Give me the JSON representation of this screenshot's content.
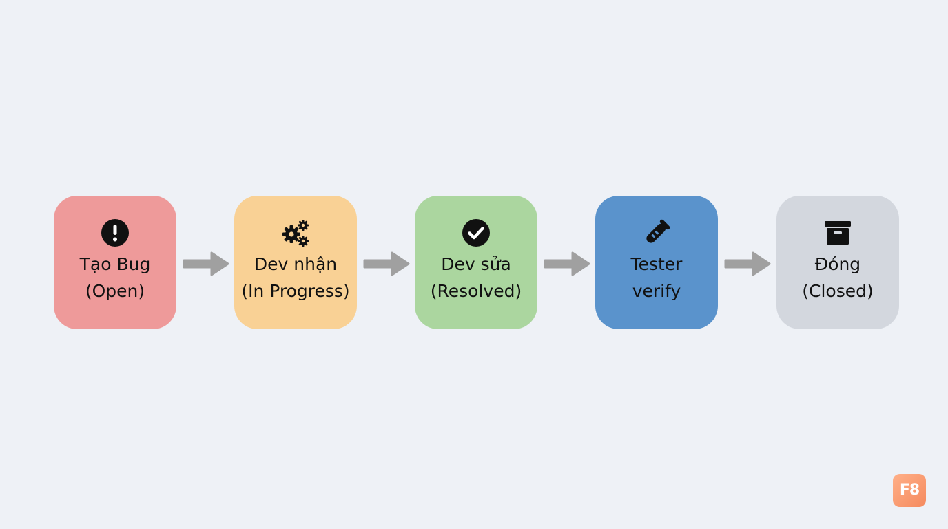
{
  "steps": [
    {
      "icon": "exclamation-circle-icon",
      "line1": "Tạo Bug",
      "line2": "(Open)",
      "color": "#ee9a9a"
    },
    {
      "icon": "gears-icon",
      "line1": "Dev nhận",
      "line2": "(In Progress)",
      "color": "#f9d195"
    },
    {
      "icon": "check-circle-icon",
      "line1": "Dev sửa",
      "line2": "(Resolved)",
      "color": "#abd69f"
    },
    {
      "icon": "test-tube-icon",
      "line1": "Tester",
      "line2": "verify",
      "color": "#5a93cc"
    },
    {
      "icon": "archive-box-icon",
      "line1": "Đóng",
      "line2": "(Closed)",
      "color": "#d3d7de"
    }
  ],
  "arrow_color": "#a0a0a0",
  "logo": {
    "text": "F8"
  }
}
